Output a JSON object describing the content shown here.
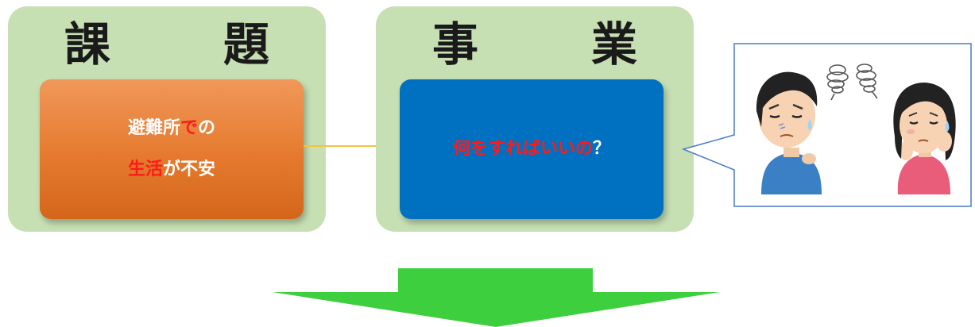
{
  "issue": {
    "title": "課　題",
    "line1_black": "避難所",
    "line1_red": "で",
    "line1_rest": "の",
    "line2_red": "生活",
    "line2_rest": "が不安"
  },
  "project": {
    "title": "事　業",
    "question_red": "何をすればいいの",
    "question_mark": "？"
  },
  "colors": {
    "panel_bg": "#c6e0b4",
    "issue_card": "#e57a2e",
    "project_card": "#0070c0",
    "emphasis_red": "#ff1a1a",
    "connector": "#f5c242",
    "arrow": "#3ecf3e",
    "bubble_border": "#4a7ac8"
  },
  "icons": {
    "illustration": "worried-couple-illustration",
    "arrow": "down-arrow-icon"
  }
}
